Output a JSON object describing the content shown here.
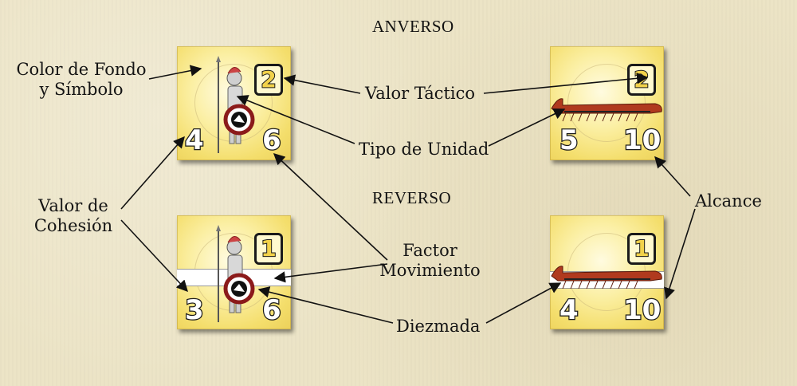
{
  "sections": {
    "front": "ANVERSO",
    "back": "REVERSO"
  },
  "labels": {
    "color_line1": "Color de Fondo",
    "color_line2": "y Símbolo",
    "tactical": "Valor Táctico",
    "unit_type": "Tipo de Unidad",
    "cohesion_line1": "Valor de",
    "cohesion_line2": "Cohesión",
    "movement_line1": "Factor",
    "movement_line2": "Movimiento",
    "range": "Alcance",
    "decimated": "Diezmada"
  },
  "counters": {
    "hoplite_front": {
      "tactical": "2",
      "cohesion": "4",
      "movement": "6"
    },
    "ship_front": {
      "tactical": "2",
      "cohesion": "5",
      "range": "10"
    },
    "hoplite_back": {
      "tactical": "1",
      "cohesion": "3",
      "movement": "6"
    },
    "ship_back": {
      "tactical": "1",
      "cohesion": "4",
      "range": "10"
    }
  },
  "colors": {
    "counter_bg": "#f4de6c",
    "arrow": "#111111",
    "ship_hull": "#b03a1e"
  }
}
